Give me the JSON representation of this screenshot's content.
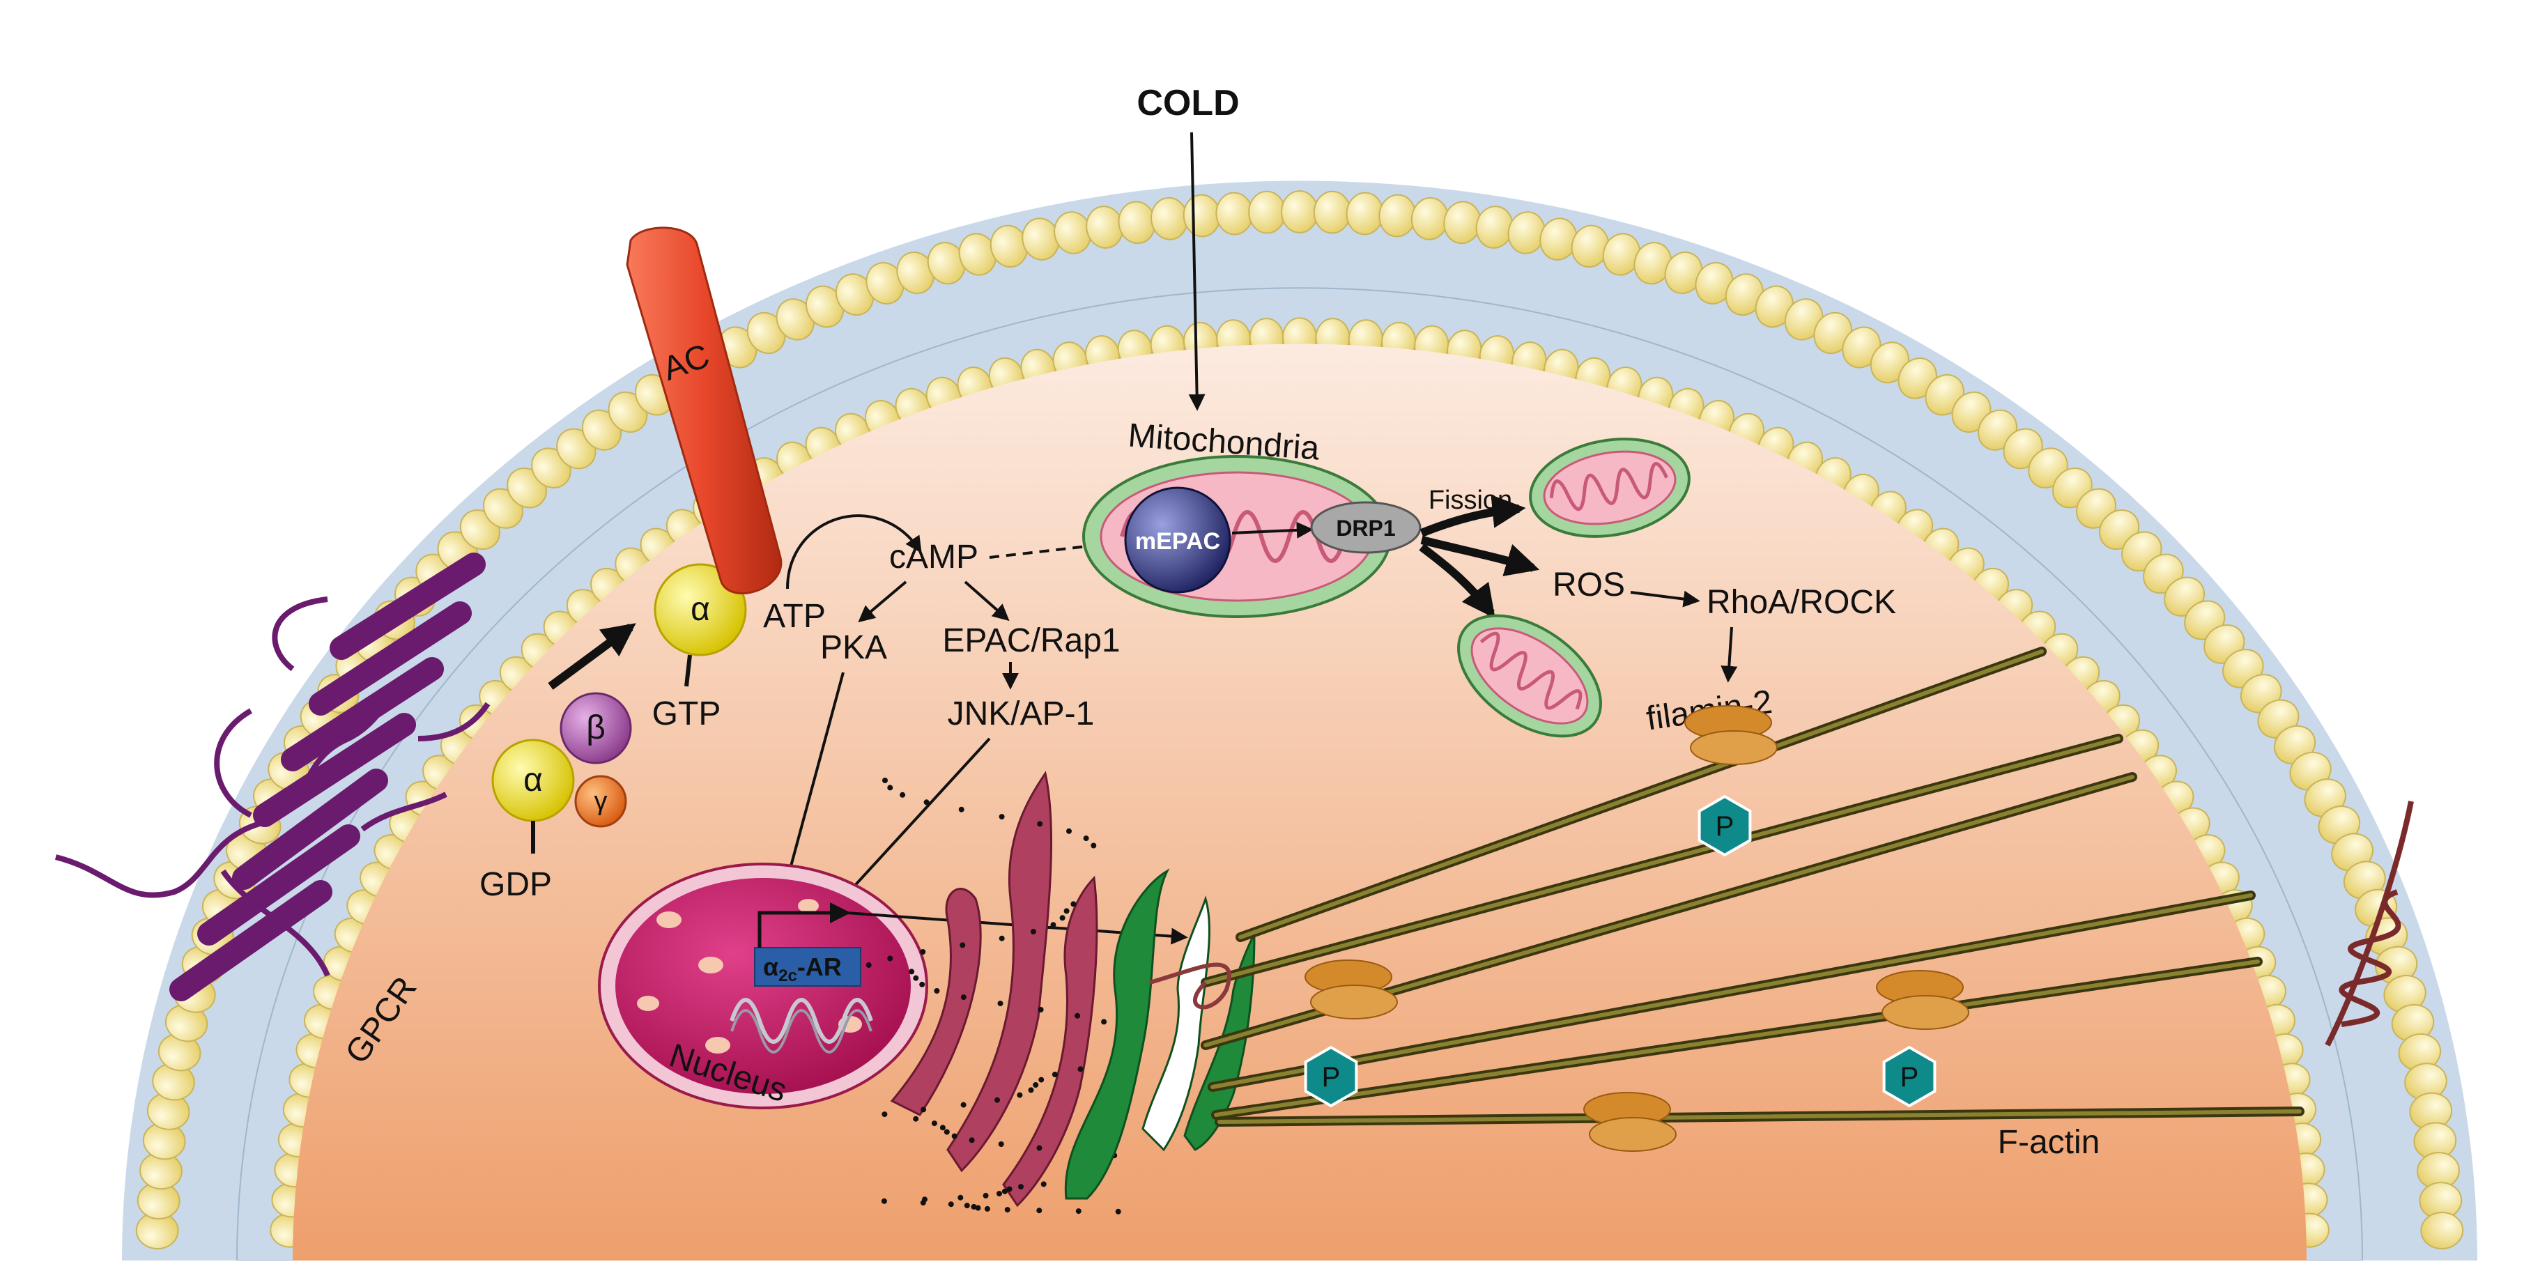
{
  "labels": {
    "cold": "COLD",
    "mitochondria": "Mitochondria",
    "fission": "Fission",
    "mepac": "mEPAC",
    "drp1": "DRP1",
    "ros": "ROS",
    "rhoa_rock": "RhoA/ROCK",
    "filamin2": "filamin-2",
    "ac": "AC",
    "atp": "ATP",
    "camp": "cAMP",
    "pka": "PKA",
    "epac_rap1": "EPAC/Rap1",
    "jnk_ap1": "JNK/AP-1",
    "alpha_gtp": "α",
    "gtp": "GTP",
    "alpha_gdp": "α",
    "beta": "β",
    "gamma": "γ",
    "gdp": "GDP",
    "gpcr": "GPCR",
    "nucleus": "Nucleus",
    "gene_alpha": "α",
    "gene_sub": "2c",
    "gene_suffix": "-AR",
    "p_mark": "P",
    "f_actin": "F-actin"
  },
  "colors": {
    "membrane_head": "#f5e9a0",
    "membrane_tail": "#c8d8e8",
    "cytoplasm_top": "#fbe6d8",
    "cytoplasm_bottom": "#f0a877",
    "ac": "#e8472a",
    "gpcr": "#6a1b6e",
    "g_alpha": "#f2e01c",
    "g_beta": "#a04aa0",
    "g_gamma": "#e8701a",
    "nucleus": "#c8125e",
    "golgi": "#a0304a",
    "er_green": "#1e8a3a",
    "mito_outer": "#9fd19a",
    "mito_inner": "#f3a7b8",
    "mepac": "#2a2f6e",
    "drp1": "#9a9a9a",
    "actin": "#5a5418",
    "filamin": "#d48a2a",
    "phospho": "#0f8a8a",
    "gene_box": "#2a5fa8"
  }
}
